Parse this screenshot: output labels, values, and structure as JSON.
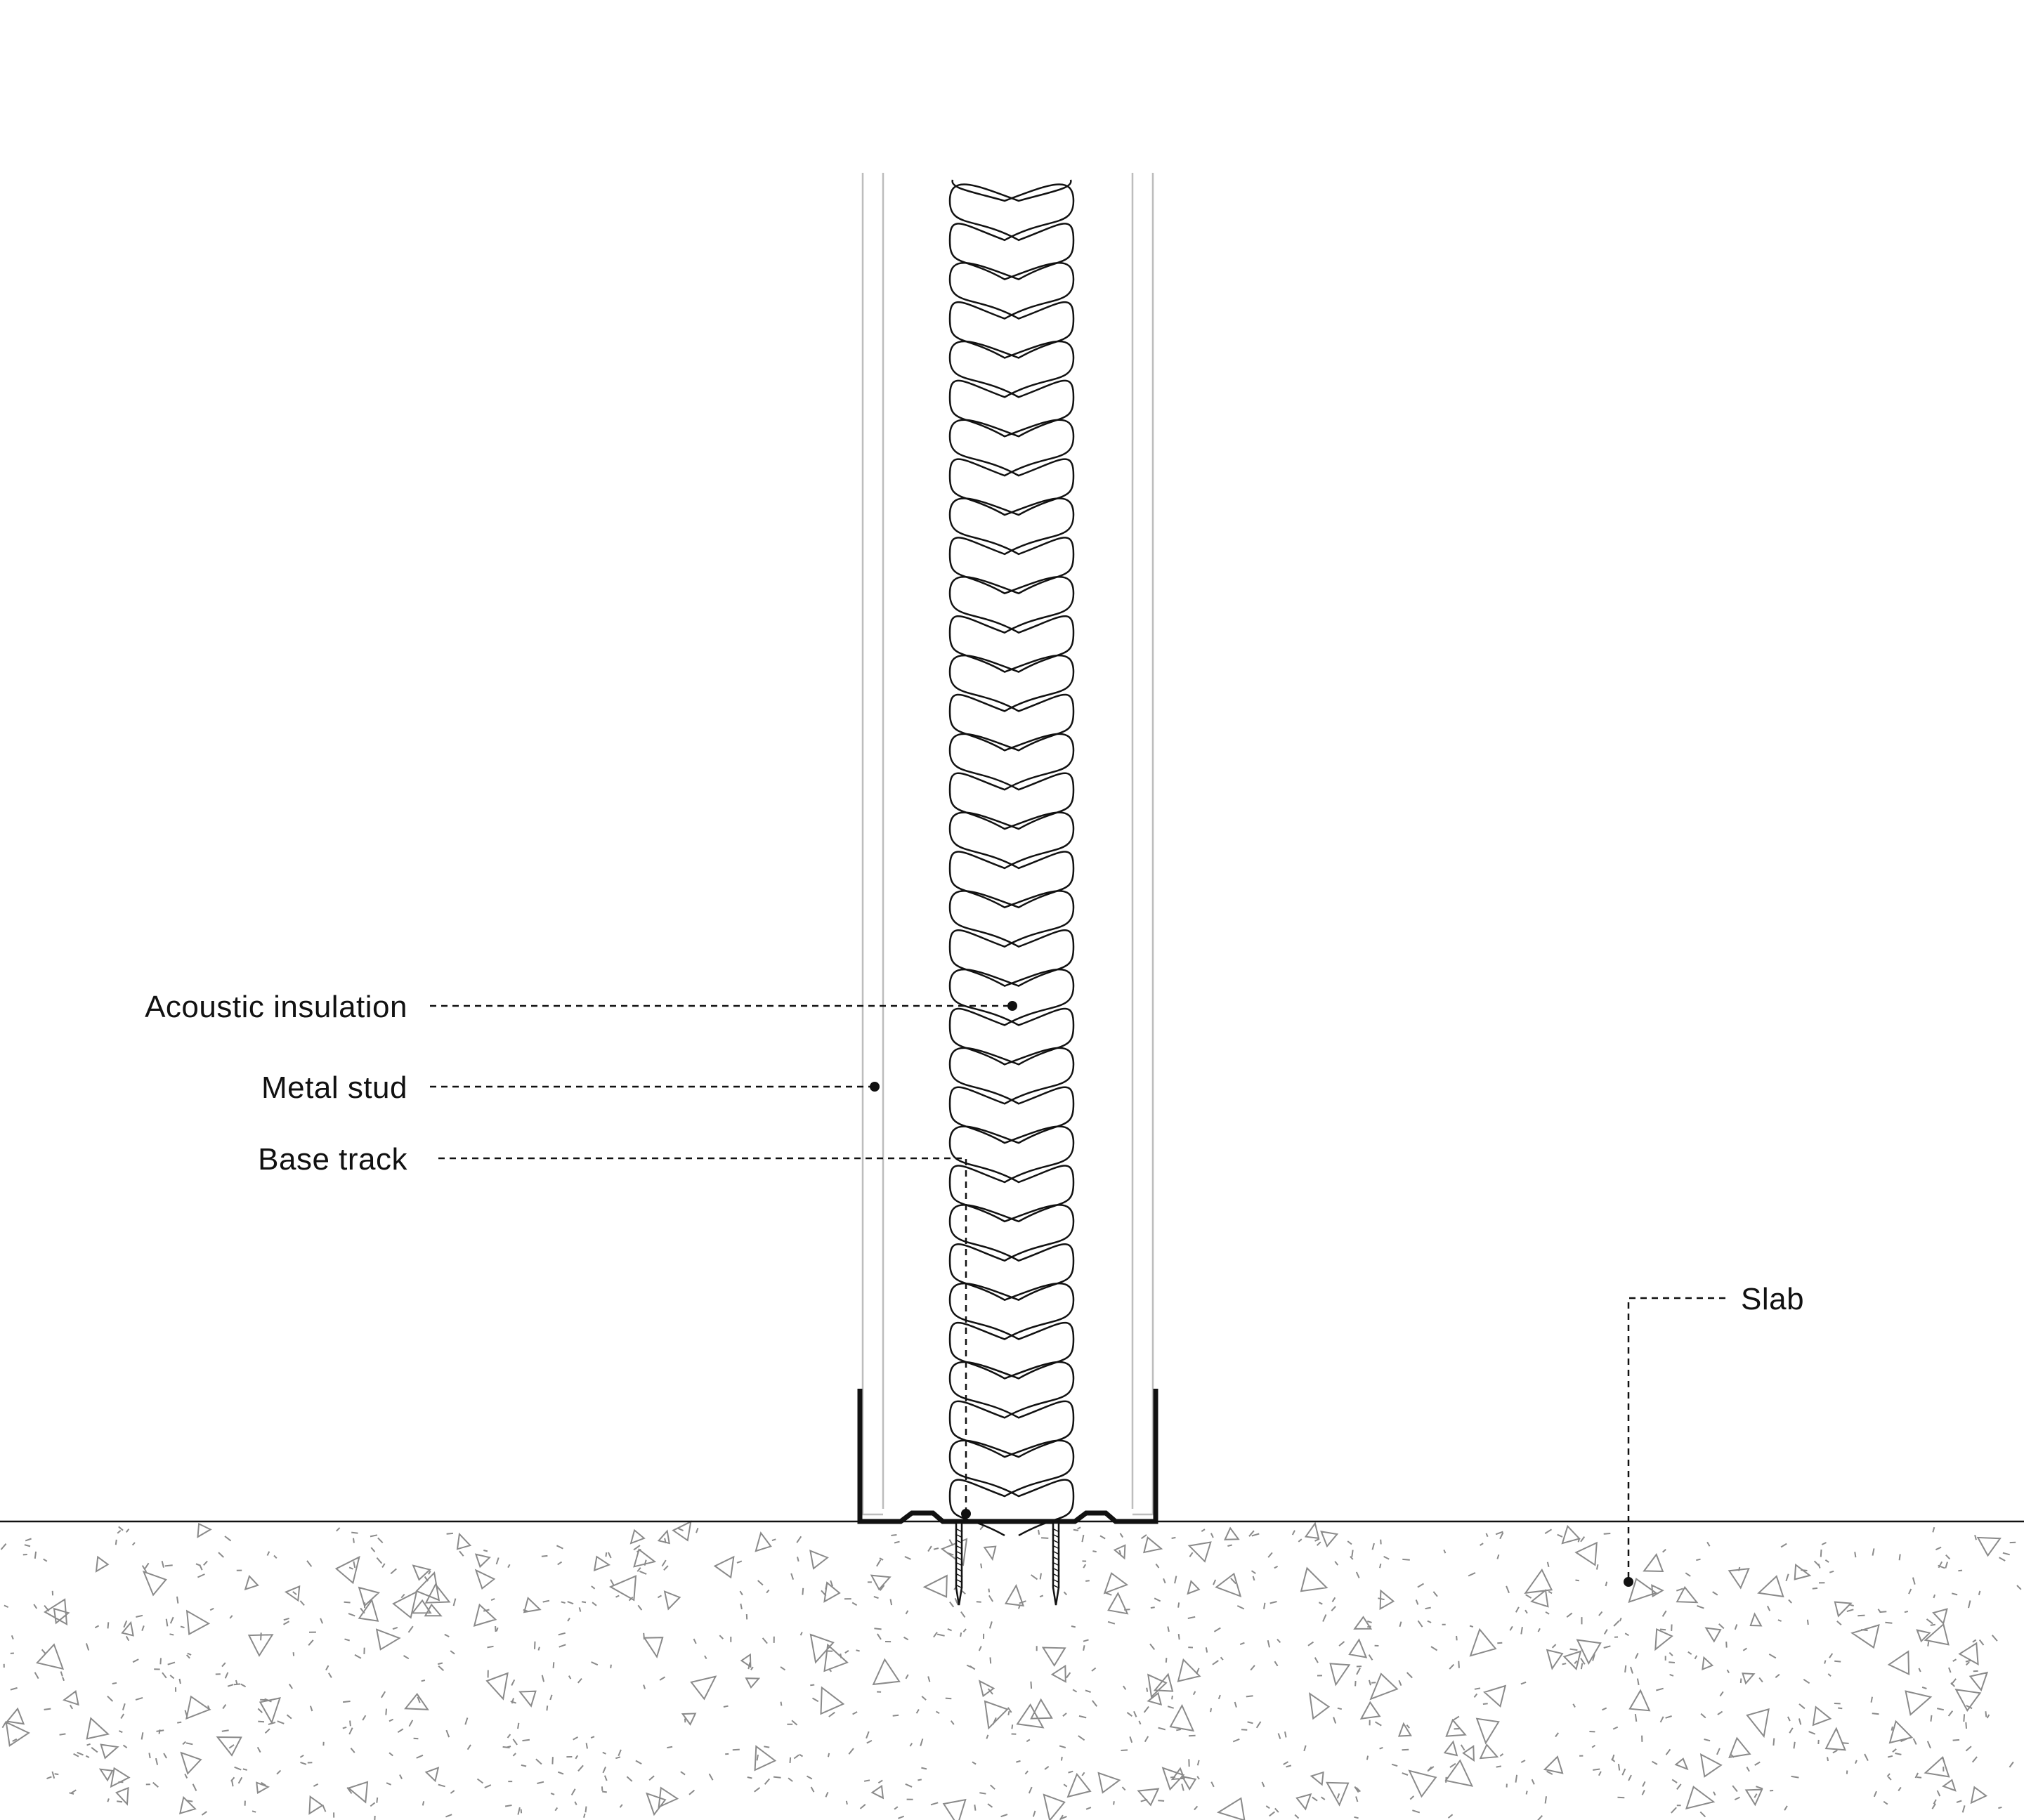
{
  "diagram": {
    "labels": {
      "acoustic_insulation": "Acoustic insulation",
      "metal_stud": "Metal stud",
      "base_track": "Base track",
      "slab": "Slab"
    },
    "colors": {
      "line": "#111111",
      "stud": "#bdbdbd",
      "concrete_mark": "#8a8a8a",
      "background": "#ffffff"
    }
  }
}
